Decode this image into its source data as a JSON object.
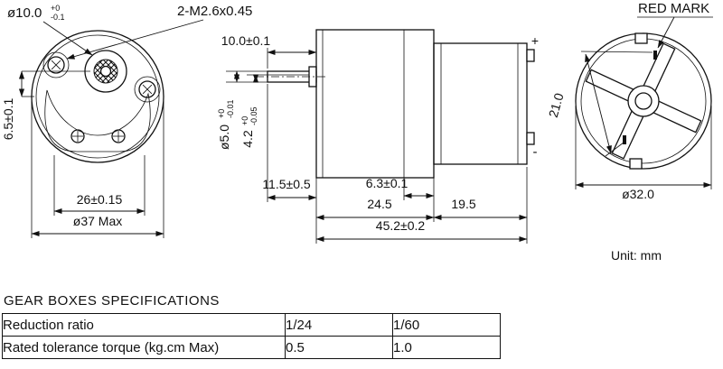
{
  "front_view": {
    "callout_boss_dia": "ø10.0",
    "callout_boss_tol_up": "+0",
    "callout_boss_tol_dn": "-0.1",
    "callout_screws": "2-M2.6x0.45",
    "dim_offset": "6.5±0.1",
    "dim_hole_spacing": "26±0.15",
    "dim_outer_dia": "ø37 Max"
  },
  "side_view": {
    "dim_shaft_length": "10.0±0.1",
    "dim_shaft_dia": "ø5.0",
    "dim_shaft_dia_tol_up": "+0",
    "dim_shaft_dia_tol_dn": "-0.01",
    "dim_flat": "4.2",
    "dim_flat_tol_up": "+0",
    "dim_flat_tol_dn": "-0.05",
    "dim_shaft_protrusion": "11.5±0.5",
    "dim_rear_section": "6.3±0.1",
    "dim_gearbox_length": "24.5",
    "dim_motor_length": "19.5",
    "dim_total_length": "45.2±0.2",
    "terminal_plus": "+",
    "terminal_minus": "-"
  },
  "rear_view": {
    "label_red_mark": "RED MARK",
    "dim_terminal_spacing": "21.0",
    "dim_motor_dia": "ø32.0"
  },
  "unit_label": "Unit: mm",
  "spec_table": {
    "title": "GEAR BOXES SPECIFICATIONS",
    "rows": [
      {
        "label": "Reduction ratio",
        "col1": "1/24",
        "col2": "1/60"
      },
      {
        "label": "Rated tolerance torque (kg.cm Max)",
        "col1": "0.5",
        "col2": "1.0"
      }
    ]
  }
}
